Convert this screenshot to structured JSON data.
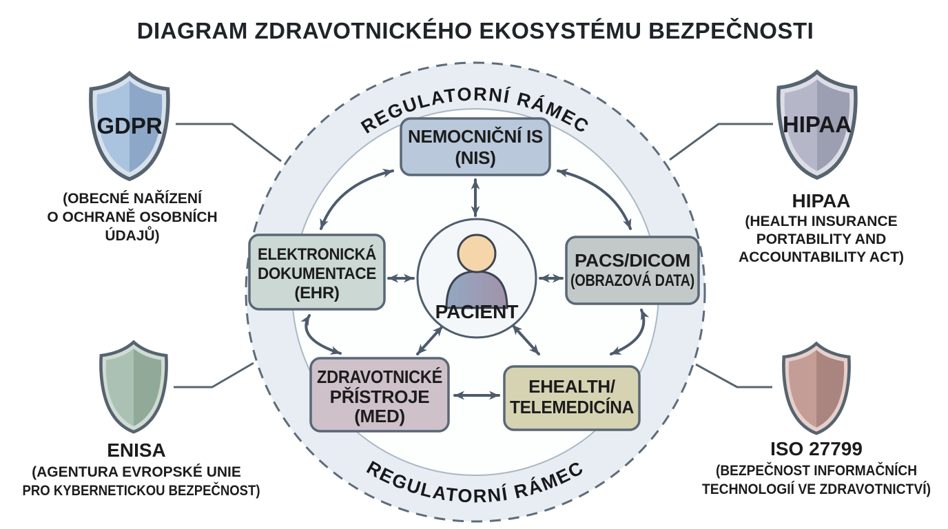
{
  "title": "DIAGRAM ZDRAVOTNICKÉHO EKOSYSTÉMU BEZPEČNOSTI",
  "ring": {
    "label_top": "REGULATORNÍ RÁMEC",
    "label_bottom": "REGULATORNÍ RÁMEC"
  },
  "center": {
    "label": "PACIENT"
  },
  "boxes": {
    "nis": {
      "line1": "NEMOCNIČNÍ IS",
      "line2": "(NIS)",
      "fill": "#b9c8da"
    },
    "ehr": {
      "line1": "ELEKTRONICKÁ",
      "line2": "DOKUMENTACE",
      "line3": "(EHR)",
      "fill": "#ccd8d3"
    },
    "pacs": {
      "line1": "PACS/DICOM",
      "line2": "(OBRAZOVÁ DATA)",
      "fill": "#c3c9c9"
    },
    "med": {
      "line1": "ZDRAVOTNICKÉ",
      "line2": "PŘÍSTROJE",
      "line3": "(MED)",
      "fill": "#cfc1c9"
    },
    "ehealth": {
      "line1": "EHEALTH/",
      "line2": "TELEMEDICÍNA",
      "fill": "#d6d3b3"
    }
  },
  "shields": {
    "gdpr": {
      "label": "GDPR",
      "caption1": "(OBECNÉ NAŘÍZENÍ",
      "caption2": "O OCHRANĚ OSOBNÍCH",
      "caption3": "ÚDAJŮ)",
      "light": "#aac3df",
      "dark": "#8ca7c7",
      "rim": "#d6e1ec"
    },
    "hipaa": {
      "label": "HIPAA",
      "name": "HIPAA",
      "caption1": "(HEALTH INSURANCE",
      "caption2": "PORTABILITY AND",
      "caption3": "ACCOUNTABILITY ACT)",
      "light": "#b5b7c9",
      "dark": "#9c9eb1",
      "rim": "#dcdde6"
    },
    "enisa": {
      "name": "ENISA",
      "caption1": "(AGENTURA EVROPSKÉ UNIE",
      "caption2": "PRO KYBERNETICKOU BEZPEČNOST)",
      "light": "#aac1b3",
      "dark": "#90a999",
      "rim": "#cfdcd3"
    },
    "iso": {
      "name": "ISO 27799",
      "caption1": "(BEZPEČNOST INFORMAČNÍCH",
      "caption2": "TECHNOLOGIÍ VE ZDRAVOTNICTVÍ)",
      "light": "#c49d96",
      "dark": "#aa857f",
      "rim": "#e6d0cb"
    }
  },
  "colors": {
    "outline": "#57646f",
    "arrow": "#4d5b6b",
    "ring_fill": "#e7edf2",
    "inner_fill": "#fdfefe",
    "text": "#1c1c1c",
    "skin": "#f5d6ab",
    "body_left": "#93a7c2",
    "body_right": "#a293a9"
  }
}
